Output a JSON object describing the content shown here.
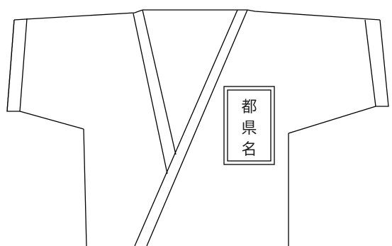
{
  "name_tag": {
    "chars": [
      "都",
      "県",
      "名"
    ]
  },
  "colors": {
    "stroke": "#000000",
    "background": "#ffffff",
    "text": "#222222"
  }
}
